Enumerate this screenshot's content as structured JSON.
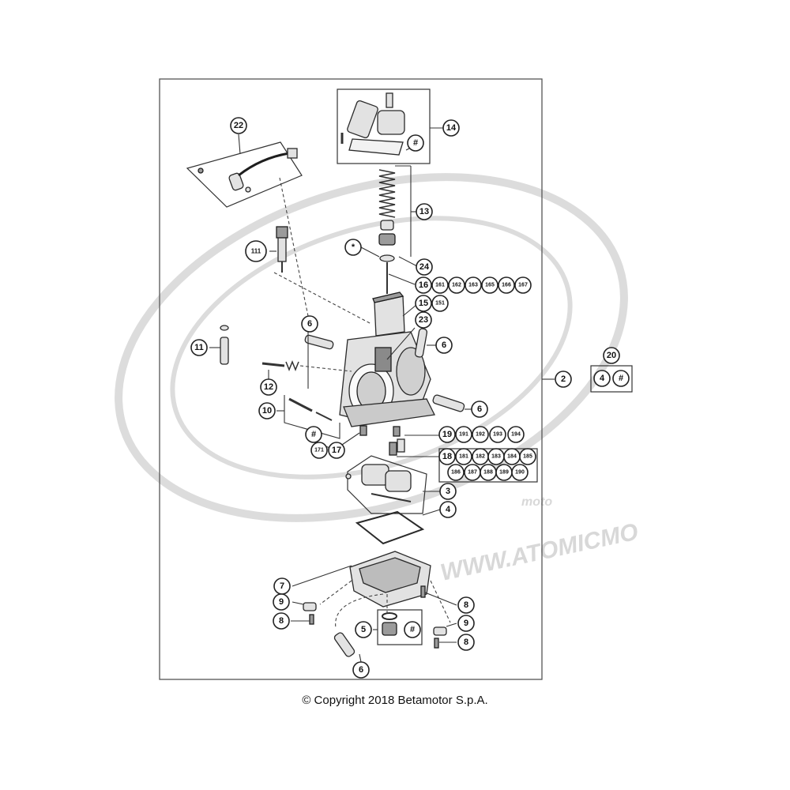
{
  "footer": {
    "copyright": "© Copyright 2018 Betamotor S.p.A."
  },
  "watermark": {
    "text": "WWW.ATOMICMO",
    "sub": "moto"
  },
  "callouts": {
    "c22": "22",
    "c14": "14",
    "chash_top": "#",
    "c13": "13",
    "cstar": "*",
    "c24": "24",
    "c111": "111",
    "c16": "16",
    "c161": "161",
    "c162": "162",
    "c163": "163",
    "c165": "165",
    "c166": "166",
    "c167": "167",
    "c15": "15",
    "c151": "151",
    "c23": "23",
    "c6_upper_left": "6",
    "c6_upper_right": "6",
    "c11": "11",
    "c12": "12",
    "c10": "10",
    "c6_mid_right": "6",
    "chash_left": "#",
    "c171": "171",
    "c17": "17",
    "c19": "19",
    "c191": "191",
    "c192": "192",
    "c193": "193",
    "c194": "194",
    "c18": "18",
    "c181": "181",
    "c182": "182",
    "c183": "183",
    "c184": "184",
    "c185": "185",
    "c186": "186",
    "c187": "187",
    "c188": "188",
    "c189": "189",
    "c190": "190",
    "c3": "3",
    "c4": "4",
    "c2": "2",
    "c20": "20",
    "c20_4": "4",
    "c20_hash": "#",
    "c7": "7",
    "c8_right_top": "8",
    "c9_left": "9",
    "c8_left": "8",
    "c5": "5",
    "chash_bottom": "#",
    "c9_right": "9",
    "c8_right_bottom": "8",
    "c6_bottom": "6"
  },
  "colors": {
    "line": "#333333",
    "part_fill": "#e2e2e2",
    "watermark": "#dcdcdc",
    "background": "#ffffff"
  }
}
